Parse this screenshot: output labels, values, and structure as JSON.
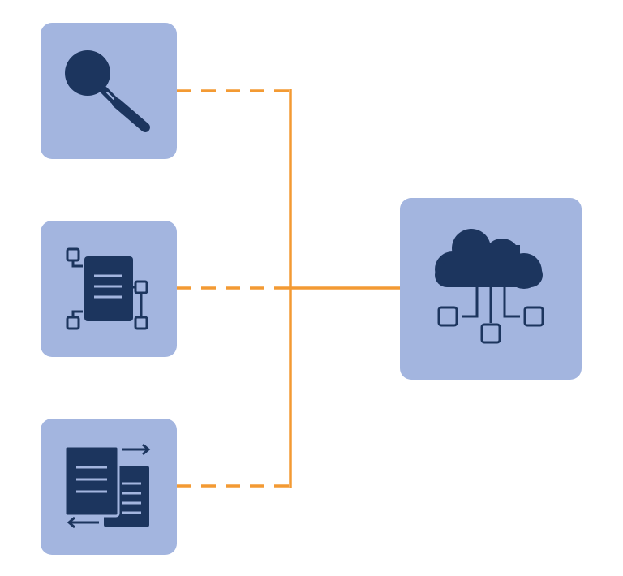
{
  "diagram": {
    "colors": {
      "tile_fill": "#a3b5df",
      "icon_fill": "#1c355e",
      "connector": "#f39a33",
      "background": "#ffffff"
    },
    "nodes": [
      {
        "id": "search",
        "icon": "magnifying-glass-icon"
      },
      {
        "id": "document",
        "icon": "document-structure-icon"
      },
      {
        "id": "transfer",
        "icon": "document-transfer-icon"
      },
      {
        "id": "cloud",
        "icon": "cloud-network-icon"
      }
    ],
    "edges": [
      {
        "from": "search",
        "to": "cloud",
        "style": "dashed"
      },
      {
        "from": "document",
        "to": "cloud",
        "style": "dashed"
      },
      {
        "from": "transfer",
        "to": "cloud",
        "style": "dashed"
      }
    ]
  }
}
